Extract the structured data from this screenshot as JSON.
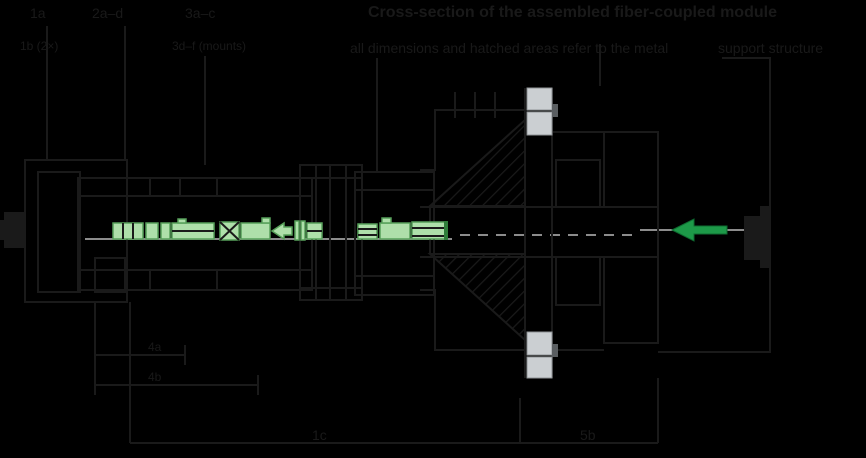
{
  "diagram": {
    "type": "technical-cross-section",
    "background": "#000000",
    "colors": {
      "line_art": "#1a1a1a",
      "text": "#191919",
      "axis_gray": "#8c8c8c",
      "component_green_fill": "#aedfaa",
      "component_green_stroke": "#57a05a",
      "arrow_green": "#1d9948",
      "ring_gray": "#cbcfd2",
      "ring_tab_gray": "#5a5e61"
    },
    "labels": {
      "part_1a": "1a",
      "part_1b": "1b (2×)",
      "part_2": "2a–d",
      "part_3": "3a–c",
      "part_3_sub": "3d–f (mounts)",
      "title": "Cross-section of the assembled fiber-coupled module",
      "subtitle_left": "all dimensions and hatched areas refer to the metal",
      "subtitle_right": "support structure",
      "dim_upper": "4a",
      "dim_lower": "4b",
      "dim_bottom_left": "1c",
      "dim_bottom_right": "5b"
    },
    "arrow": {
      "direction": "left",
      "meaning": "input-direction"
    }
  }
}
